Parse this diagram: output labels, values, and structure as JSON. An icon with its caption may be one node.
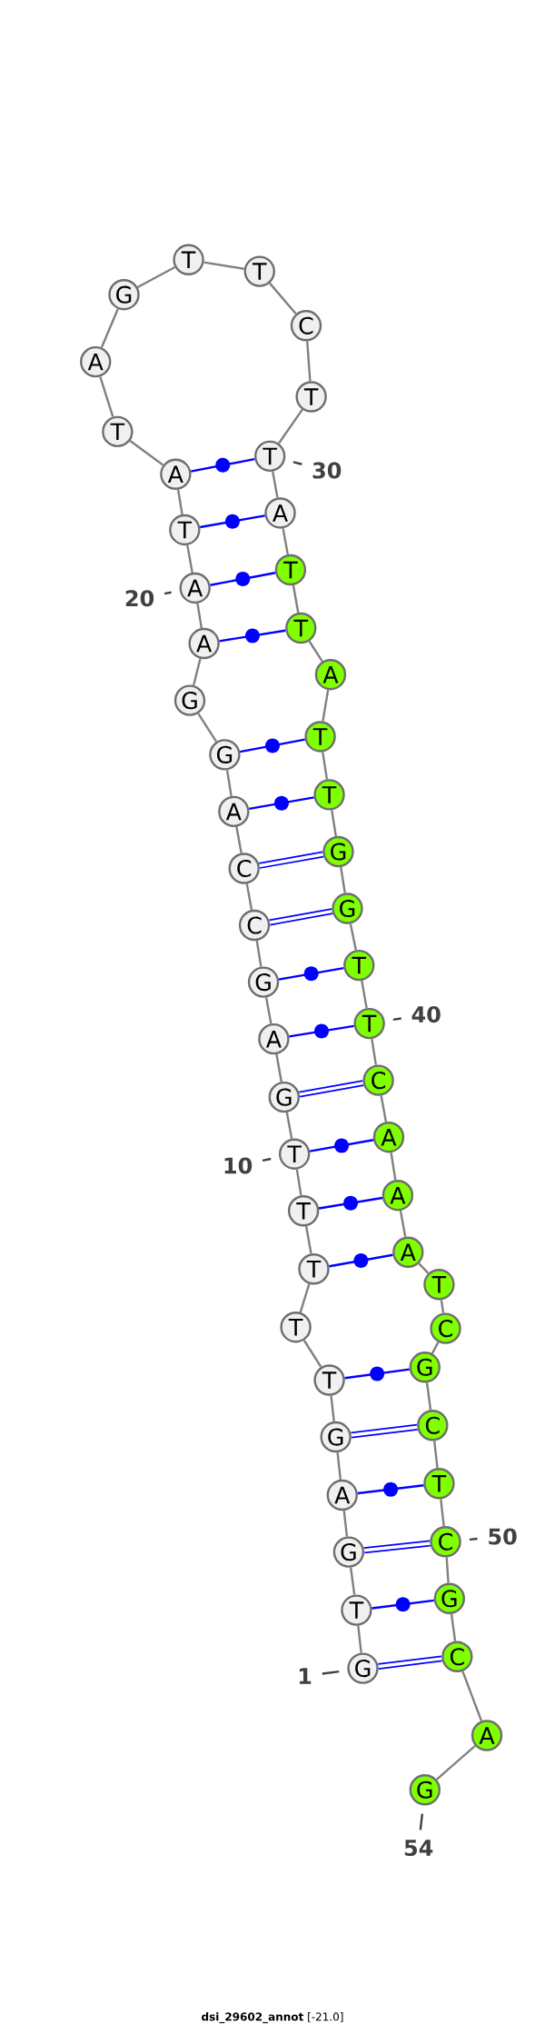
{
  "diagram": {
    "caption": "**dsi_29602_annot** [-21.0]",
    "nodes": [
      {
        "text": [
          "G"
        ]
      },
      {
        "text": [
          "T"
        ]
      },
      {
        "text": [
          "G"
        ]
      },
      {
        "text": [
          "A"
        ]
      },
      {
        "text": [
          "G"
        ]
      },
      {
        "text": [
          "T"
        ]
      },
      {
        "text": [
          "T"
        ]
      },
      {
        "text": [
          "T"
        ]
      },
      {
        "text": [
          "T"
        ]
      },
      {
        "text": [
          "T"
        ]
      },
      {
        "text": [
          "G"
        ]
      },
      {
        "text": [
          "A"
        ]
      },
      {
        "text": [
          "G"
        ]
      },
      {
        "text": [
          "C"
        ]
      },
      {
        "text": [
          "C"
        ]
      },
      {
        "text": [
          "A"
        ]
      },
      {
        "text": [
          "G"
        ]
      },
      {
        "text": [
          "G"
        ]
      },
      {
        "text": [
          "A"
        ]
      },
      {
        "text": [
          "A"
        ]
      },
      {
        "text": [
          "T"
        ]
      },
      {
        "text": [
          "A"
        ]
      },
      {
        "text": [
          "T"
        ]
      },
      {
        "text": [
          "A"
        ]
      },
      {
        "text": [
          "G"
        ]
      },
      {
        "text": [
          "T"
        ]
      },
      {
        "text": [
          "T"
        ]
      },
      {
        "text": [
          "C"
        ]
      },
      {
        "text": [
          "T"
        ]
      },
      {
        "text": [
          "T"
        ]
      },
      {
        "text": [
          "A"
        ]
      },
      {
        "text": [
          "T"
        ]
      },
      {
        "text": [
          "T"
        ]
      },
      {
        "text": [
          "A"
        ]
      },
      {
        "text": [
          "T"
        ]
      },
      {
        "text": [
          "T"
        ]
      },
      {
        "text": [
          "G"
        ]
      },
      {
        "text": [
          "G"
        ]
      },
      {
        "text": [
          "T"
        ]
      },
      {
        "text": [
          "T"
        ]
      },
      {
        "text": [
          "C"
        ]
      },
      {
        "text": [
          "A"
        ]
      },
      {
        "text": [
          "A"
        ]
      },
      {
        "text": [
          "A"
        ]
      },
      {
        "text": [
          "T"
        ]
      },
      {
        "text": [
          "C"
        ]
      },
      {
        "text": [
          "G"
        ]
      },
      {
        "text": [
          "C"
        ]
      },
      {
        "text": [
          "T"
        ]
      },
      {
        "text": [
          "C"
        ]
      },
      {
        "text": [
          "G"
        ]
      },
      {
        "text": [
          "C"
        ]
      },
      {
        "text": [
          "A"
        ]
      },
      {
        "text": [
          "G"
        ]
      },
      {
        "text": [
          "30"
        ]
      },
      {
        "text": [
          "20"
        ]
      },
      {
        "text": [
          "40"
        ]
      },
      {
        "text": [
          "10"
        ]
      },
      {
        "text": [
          "50"
        ]
      },
      {
        "text": [
          "1"
        ]
      },
      {
        "text": [
          "54"
        ]
      }
    ],
    "edges": [
      {
        "from": 0,
        "to": 1,
        "arrow": "none"
      },
      {
        "from": 1,
        "to": 2,
        "arrow": "none"
      },
      {
        "from": 2,
        "to": 3,
        "arrow": "none"
      },
      {
        "from": 3,
        "to": 4,
        "arrow": "none"
      },
      {
        "from": 4,
        "to": 5,
        "arrow": "none"
      },
      {
        "from": 5,
        "to": 6,
        "arrow": "none"
      },
      {
        "from": 6,
        "to": 7,
        "arrow": "none"
      },
      {
        "from": 7,
        "to": 8,
        "arrow": "none"
      },
      {
        "from": 8,
        "to": 9,
        "arrow": "none"
      },
      {
        "from": 9,
        "to": 10,
        "arrow": "none"
      },
      {
        "from": 10,
        "to": 11,
        "arrow": "none"
      },
      {
        "from": 11,
        "to": 12,
        "arrow": "none"
      },
      {
        "from": 12,
        "to": 13,
        "arrow": "none"
      },
      {
        "from": 13,
        "to": 14,
        "arrow": "none"
      },
      {
        "from": 14,
        "to": 15,
        "arrow": "none"
      },
      {
        "from": 15,
        "to": 16,
        "arrow": "none"
      },
      {
        "from": 16,
        "to": 17,
        "arrow": "none"
      },
      {
        "from": 17,
        "to": 18,
        "arrow": "none"
      },
      {
        "from": 18,
        "to": 19,
        "arrow": "none"
      },
      {
        "from": 19,
        "to": 20,
        "arrow": "none"
      },
      {
        "from": 20,
        "to": 21,
        "arrow": "none"
      },
      {
        "from": 21,
        "to": 22,
        "arrow": "none"
      },
      {
        "from": 22,
        "to": 23,
        "arrow": "none"
      },
      {
        "from": 23,
        "to": 24,
        "arrow": "none"
      },
      {
        "from": 24,
        "to": 25,
        "arrow": "none"
      },
      {
        "from": 25,
        "to": 26,
        "arrow": "none"
      },
      {
        "from": 26,
        "to": 27,
        "arrow": "none"
      },
      {
        "from": 27,
        "to": 28,
        "arrow": "none"
      },
      {
        "from": 28,
        "to": 29,
        "arrow": "none"
      },
      {
        "from": 29,
        "to": 30,
        "arrow": "none"
      },
      {
        "from": 30,
        "to": 31,
        "arrow": "none"
      },
      {
        "from": 31,
        "to": 32,
        "arrow": "none"
      },
      {
        "from": 32,
        "to": 33,
        "arrow": "none"
      },
      {
        "from": 33,
        "to": 34,
        "arrow": "none"
      },
      {
        "from": 34,
        "to": 35,
        "arrow": "none"
      },
      {
        "from": 35,
        "to": 36,
        "arrow": "none"
      },
      {
        "from": 36,
        "to": 37,
        "arrow": "none"
      },
      {
        "from": 37,
        "to": 38,
        "arrow": "none"
      },
      {
        "from": 38,
        "to": 39,
        "arrow": "none"
      },
      {
        "from": 39,
        "to": 40,
        "arrow": "none"
      },
      {
        "from": 40,
        "to": 41,
        "arrow": "none"
      },
      {
        "from": 41,
        "to": 42,
        "arrow": "none"
      },
      {
        "from": 42,
        "to": 43,
        "arrow": "none"
      },
      {
        "from": 43,
        "to": 44,
        "arrow": "none"
      },
      {
        "from": 44,
        "to": 45,
        "arrow": "none"
      },
      {
        "from": 45,
        "to": 46,
        "arrow": "none"
      },
      {
        "from": 46,
        "to": 47,
        "arrow": "none"
      },
      {
        "from": 47,
        "to": 48,
        "arrow": "none"
      },
      {
        "from": 48,
        "to": 49,
        "arrow": "none"
      },
      {
        "from": 49,
        "to": 50,
        "arrow": "none"
      },
      {
        "from": 50,
        "to": 51,
        "arrow": "none"
      },
      {
        "from": 51,
        "to": 52,
        "arrow": "none"
      },
      {
        "from": 52,
        "to": 53,
        "arrow": "none"
      },
      {
        "from": 0,
        "to": 51,
        "arrow": "none",
        "style": "thick",
        "color": "#0000ff"
      },
      {
        "from": 1,
        "to": 50,
        "arrow": "none",
        "color": "#0000ff"
      },
      {
        "from": 2,
        "to": 49,
        "arrow": "none",
        "style": "thick",
        "color": "#0000ff"
      },
      {
        "from": 3,
        "to": 48,
        "arrow": "none",
        "color": "#0000ff"
      },
      {
        "from": 4,
        "to": 47,
        "arrow": "none",
        "style": "thick",
        "color": "#0000ff"
      },
      {
        "from": 5,
        "to": 46,
        "arrow": "none",
        "color": "#0000ff"
      },
      {
        "from": 7,
        "to": 43,
        "arrow": "none",
        "color": "#0000ff"
      },
      {
        "from": 8,
        "to": 42,
        "arrow": "none",
        "color": "#0000ff"
      },
      {
        "from": 9,
        "to": 41,
        "arrow": "none",
        "color": "#0000ff"
      },
      {
        "from": 10,
        "to": 40,
        "arrow": "none",
        "style": "thick",
        "color": "#0000ff"
      },
      {
        "from": 11,
        "to": 39,
        "arrow": "none",
        "color": "#0000ff"
      },
      {
        "from": 12,
        "to": 38,
        "arrow": "none",
        "color": "#0000ff"
      },
      {
        "from": 13,
        "to": 37,
        "arrow": "none",
        "style": "thick",
        "color": "#0000ff"
      },
      {
        "from": 14,
        "to": 36,
        "arrow": "none",
        "style": "thick",
        "color": "#0000ff"
      },
      {
        "from": 15,
        "to": 35,
        "arrow": "none",
        "color": "#0000ff"
      },
      {
        "from": 16,
        "to": 34,
        "arrow": "none",
        "color": "#0000ff"
      },
      {
        "from": 18,
        "to": 32,
        "arrow": "none",
        "color": "#0000ff"
      },
      {
        "from": 19,
        "to": 31,
        "arrow": "none",
        "color": "#0000ff"
      },
      {
        "from": 20,
        "to": 30,
        "arrow": "none",
        "color": "#0000ff"
      },
      {
        "from": 21,
        "to": 29,
        "arrow": "none",
        "color": "#0000ff"
      },
      {
        "from": 54,
        "to": 29,
        "arrow": "none",
        "color": "#404040"
      },
      {
        "from": 55,
        "to": 19,
        "arrow": "none",
        "color": "#404040"
      },
      {
        "from": 56,
        "to": 39,
        "arrow": "none",
        "color": "#404040"
      },
      {
        "from": 57,
        "to": 9,
        "arrow": "none",
        "color": "#404040"
      },
      {
        "from": 58,
        "to": 49,
        "arrow": "none",
        "color": "#404040"
      },
      {
        "from": 59,
        "to": 0,
        "arrow": "none",
        "color": "#404040"
      },
      {
        "from": 60,
        "to": 53,
        "arrow": "none",
        "color": "#404040"
      }
    ]
  }
}
